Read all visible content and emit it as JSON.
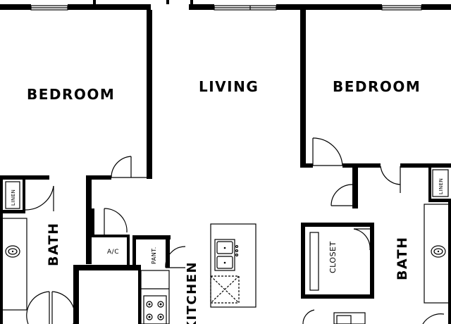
{
  "rooms": {
    "bedroom_left": "BEDROOM",
    "living": "LIVING",
    "bedroom_right": "BEDROOM",
    "bath_left": "BATH",
    "bath_right": "BATH",
    "kitchen": "KITCHEN",
    "closet": "CLOSET",
    "ac": "A/C",
    "pantry": "PANT.",
    "linen_left": "LINEN",
    "linen_right": "LINEN"
  }
}
